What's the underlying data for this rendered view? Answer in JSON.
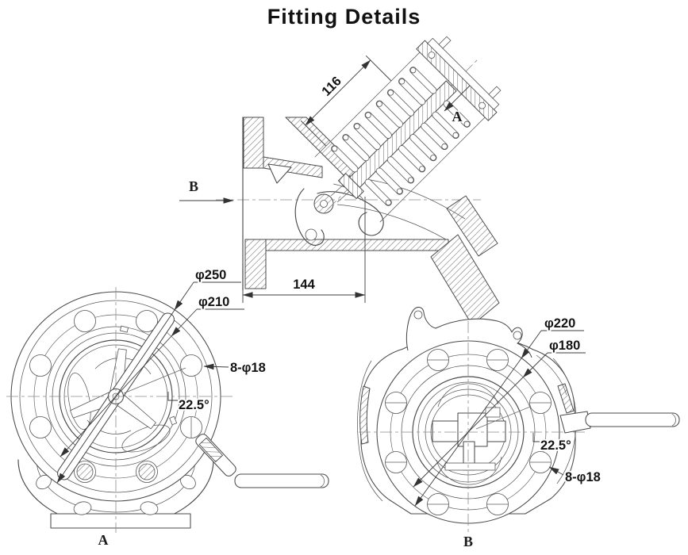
{
  "title": "Fitting Details",
  "section_view": {
    "branch_length_dim": "116",
    "body_length_dim": "144",
    "section_arrow_a": "A",
    "section_arrow_b": "B"
  },
  "view_a": {
    "view_label": "A",
    "outer_diameter": "φ250",
    "bolt_circle_diameter": "φ210",
    "bolt_holes": "8-φ18",
    "hole_angle": "22.5°"
  },
  "view_b": {
    "view_label": "B",
    "outer_diameter": "φ220",
    "bolt_circle_diameter": "φ180",
    "bolt_holes": "8-φ18",
    "hole_angle": "22.5°"
  }
}
